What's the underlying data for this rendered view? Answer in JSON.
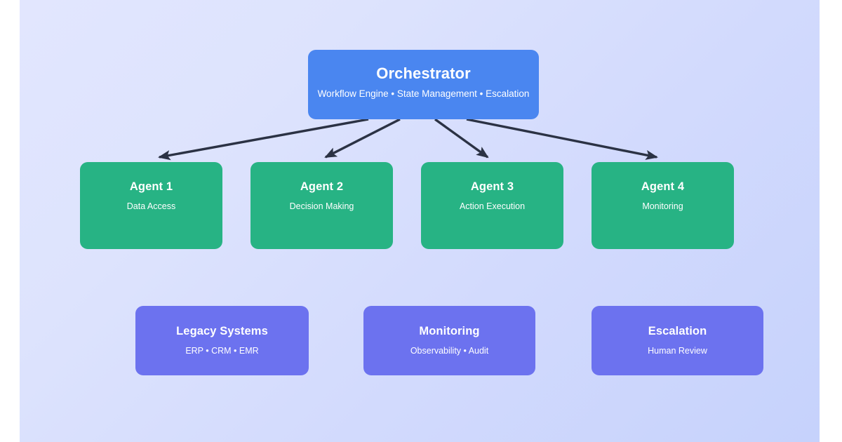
{
  "canvas": {
    "background_from": "#e2e6fe",
    "background_to": "#c6d2fc",
    "connector_color": "#2b3244"
  },
  "diagram": {
    "type": "hierarchy",
    "orchestrator": {
      "title": "Orchestrator",
      "subtitle": "Workflow Engine • State Management • Escalation",
      "color": "#4a86f0"
    },
    "agents": [
      {
        "title": "Agent 1",
        "subtitle": "Data Access",
        "color": "#27b384"
      },
      {
        "title": "Agent 2",
        "subtitle": "Decision Making",
        "color": "#27b384"
      },
      {
        "title": "Agent 3",
        "subtitle": "Action Execution",
        "color": "#27b384"
      },
      {
        "title": "Agent 4",
        "subtitle": "Monitoring",
        "color": "#27b384"
      }
    ],
    "support": [
      {
        "title": "Legacy Systems",
        "subtitle": "ERP • CRM • EMR",
        "color": "#6c72ef"
      },
      {
        "title": "Monitoring",
        "subtitle": "Observability • Audit",
        "color": "#6c72ef"
      },
      {
        "title": "Escalation",
        "subtitle": "Human Review",
        "color": "#6c72ef"
      }
    ],
    "connectors": [
      {
        "from": "orchestrator",
        "to": "Agent 1",
        "style": "arrow"
      },
      {
        "from": "orchestrator",
        "to": "Agent 2",
        "style": "arrow"
      },
      {
        "from": "orchestrator",
        "to": "Agent 3",
        "style": "arrow"
      },
      {
        "from": "orchestrator",
        "to": "Agent 4",
        "style": "arrow"
      }
    ]
  }
}
